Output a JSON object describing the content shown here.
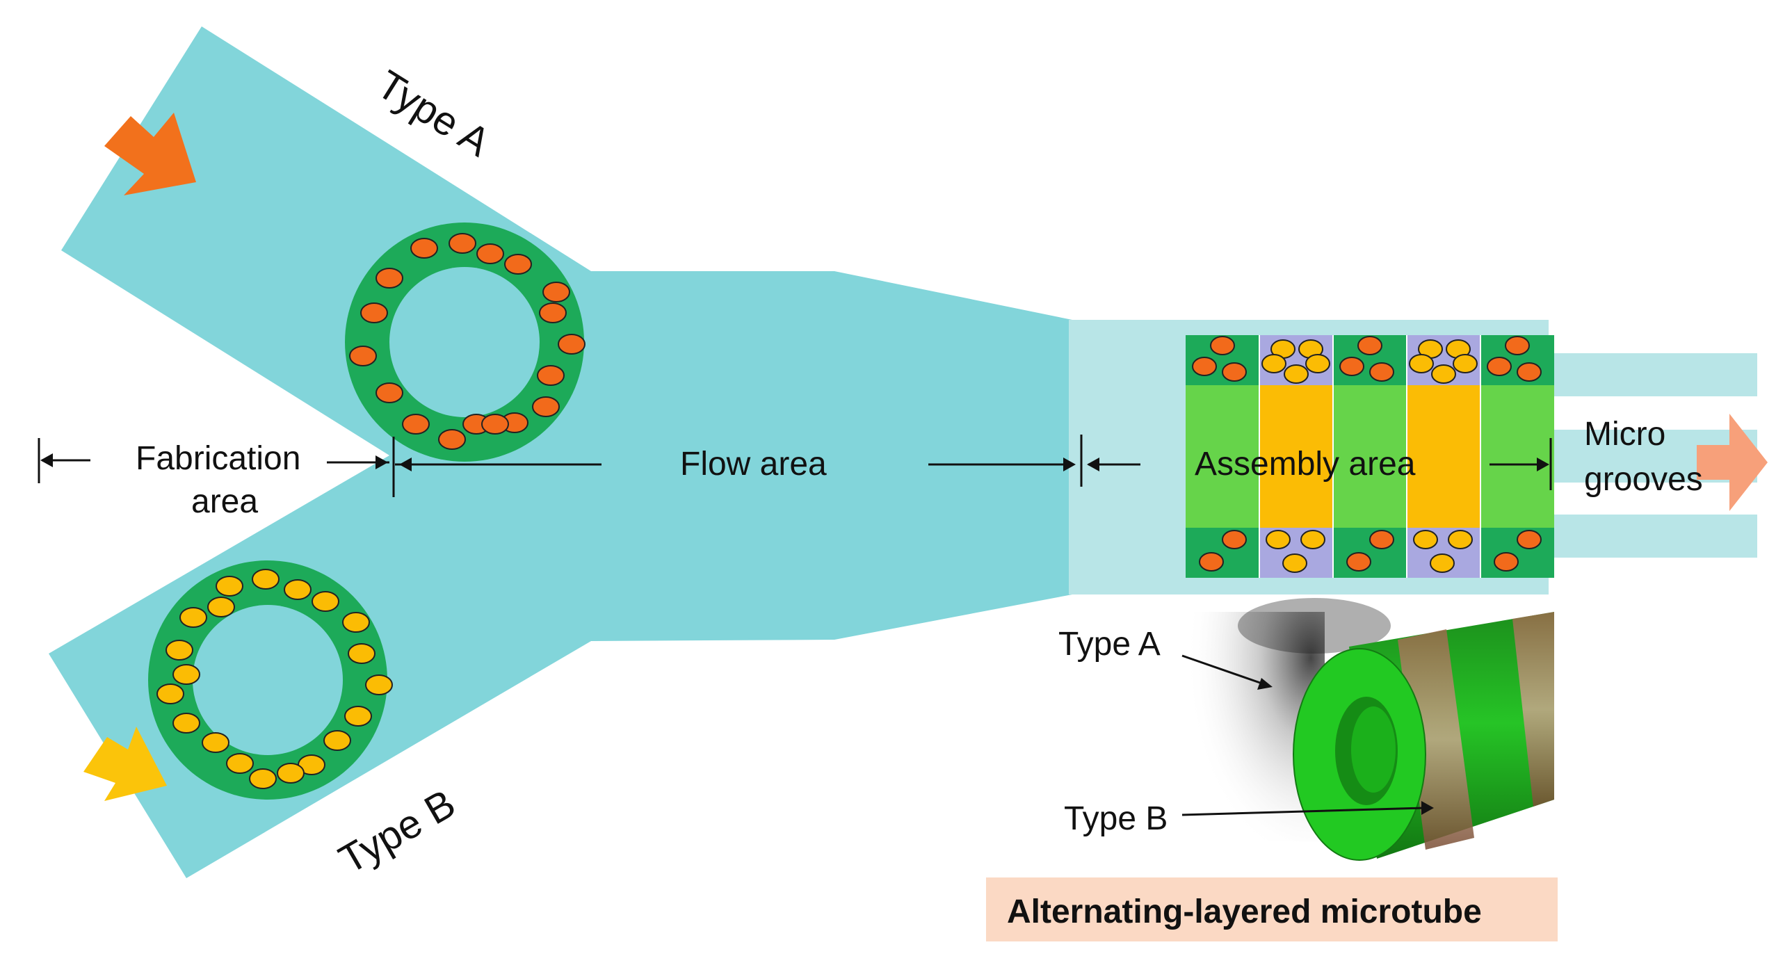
{
  "labels": {
    "type_a": "Type A",
    "type_b": "Type B",
    "fabrication_line1": "Fabrication",
    "fabrication_line2": "area",
    "flow_area": "Flow area",
    "assembly_area": "Assembly area",
    "micro_line1": "Micro",
    "micro_line2": "grooves",
    "tube_type_a": "Type A",
    "tube_type_b": "Type B",
    "caption": "Alternating-layered microtube"
  },
  "colors": {
    "channel": "#82d5da",
    "channel_light": "#b8e5e7",
    "ring": "#1daa59",
    "stripe_green": "#66d44a",
    "stripe_yellow": "#fbbc05",
    "cell_purple": "#a9a8e0",
    "cell_orange": "#f26a1b",
    "cell_yellow": "#fbbc04",
    "arrow_orange": "#f2711c",
    "arrow_yellow": "#fbc40a",
    "arrow_salmon": "#f7a07a",
    "caption_bg": "#fbd9c4",
    "tube_green": "#1fcf22"
  }
}
